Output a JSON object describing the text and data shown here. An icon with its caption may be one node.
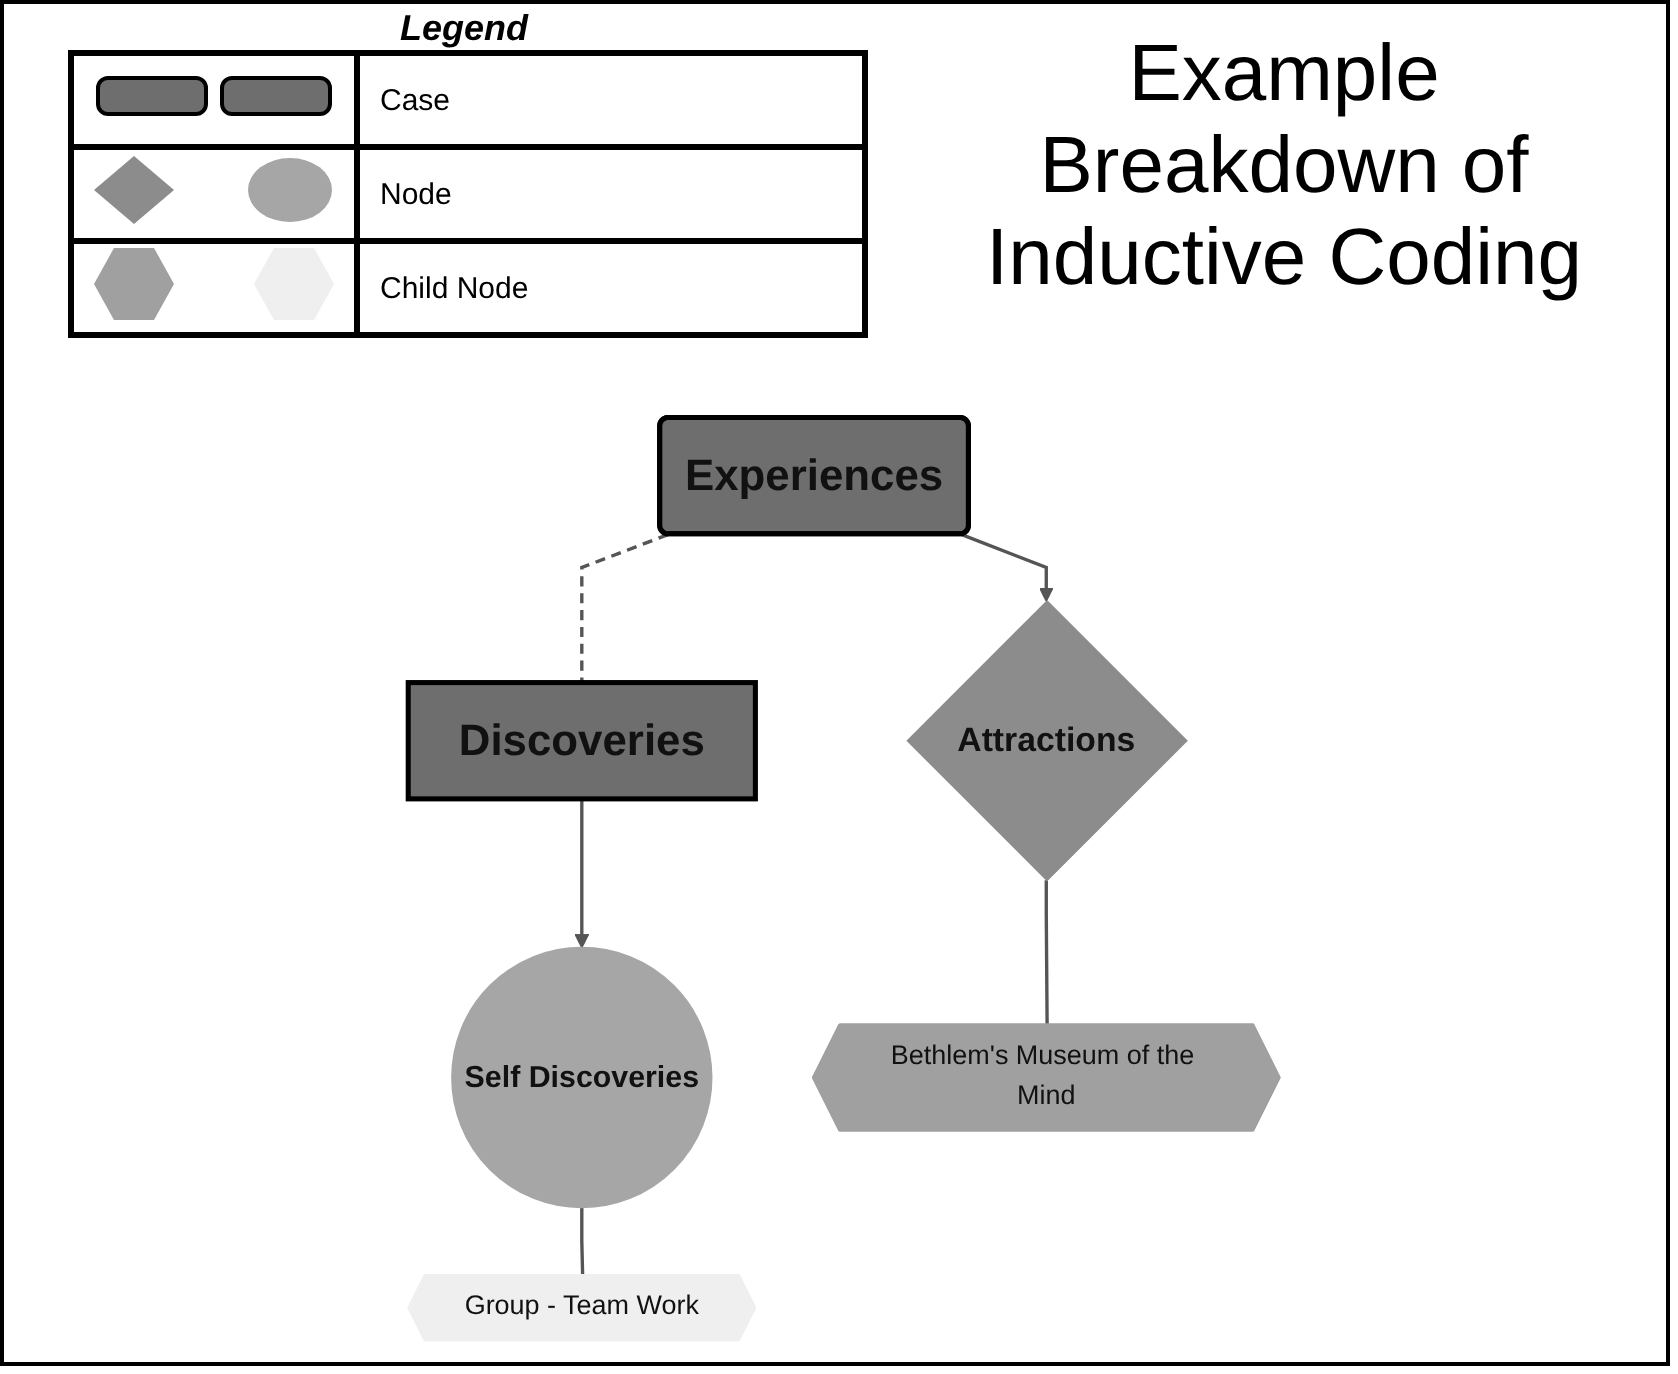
{
  "diagram": {
    "title": "Example Breakdown of Inductive Coding",
    "nodes": [
      {
        "text": [
          "Experiences"
        ]
      },
      {
        "text": [
          "Discoveries"
        ]
      },
      {
        "text": [
          "Attractions"
        ]
      },
      {
        "text": [
          "Self Discoveries"
        ]
      },
      {
        "text": [
          "Group - Team Work"
        ]
      },
      {
        "text": [
          "Bethlem's Museum of the Mind"
        ]
      }
    ],
    "edges": [
      {
        "from": 0,
        "to": 1,
        "arrow": "none",
        "style": "dashed"
      },
      {
        "from": 0,
        "to": 2,
        "arrow": "to"
      },
      {
        "from": 1,
        "to": 3,
        "arrow": "to"
      },
      {
        "from": 3,
        "to": 4,
        "arrow": "none"
      },
      {
        "from": 2,
        "to": 5,
        "arrow": "none"
      }
    ],
    "labels": [
      "Legend"
    ],
    "legend": [
      {
        "text": "Case"
      },
      {
        "text": "Node"
      },
      {
        "text": "Child Node"
      }
    ]
  }
}
